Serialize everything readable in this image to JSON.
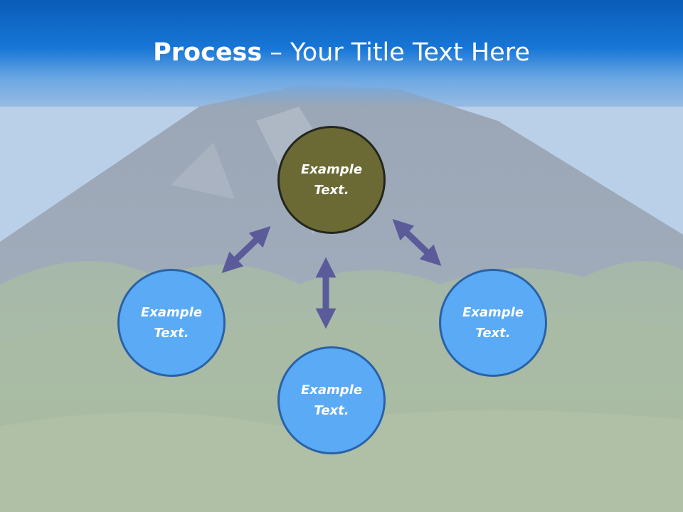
{
  "title": {
    "bold": "Process",
    "rest": " – Your Title Text Here"
  },
  "nodes": {
    "top": "Example Text.",
    "left": "Example Text.",
    "right": "Example Text.",
    "bottom": "Example Text."
  },
  "colors": {
    "header_blue": "#1776d6",
    "node_blue": "#5aaaf6",
    "node_olive": "#6b6a35",
    "arrow": "#5b5b9a"
  }
}
